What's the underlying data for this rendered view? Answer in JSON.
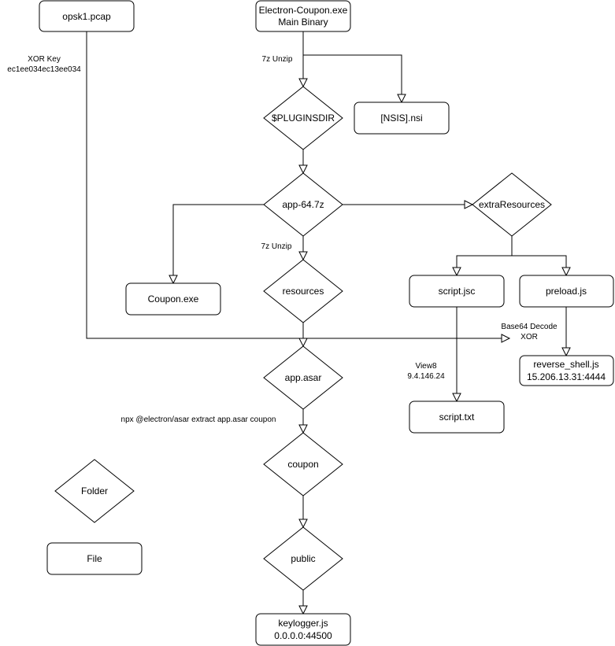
{
  "colors": {
    "stroke": "#000000",
    "fill": "#ffffff",
    "text": "#000000"
  },
  "nodes": {
    "opsk1_pcap": "opsk1.pcap",
    "electron_coupon_line1": "Electron-Coupon.exe",
    "electron_coupon_line2": "Main Binary",
    "nsis_nsi": "[NSIS].nsi",
    "pluginsdir": "$PLUGINSDIR",
    "app_64_7z": "app-64.7z",
    "extra_resources": "extraResources",
    "coupon_exe": "Coupon.exe",
    "resources": "resources",
    "script_jsc": "script.jsc",
    "preload_js": "preload.js",
    "reverse_shell_line1": "reverse_shell.js",
    "reverse_shell_line2": "15.206.13.31:4444",
    "app_asar": "app.asar",
    "script_txt": "script.txt",
    "coupon": "coupon",
    "public": "public",
    "keylogger_line1": "keylogger.js",
    "keylogger_line2": "0.0.0.0:44500"
  },
  "edge_labels": {
    "xor_key_line1": "XOR Key",
    "xor_key_line2": "ec1ee034ec13ee034",
    "unzip_top": "7z Unzip",
    "unzip_mid": "7z Unzip",
    "base64_line1": "Base64 Decode",
    "base64_line2": "XOR",
    "view8_line1": "View8",
    "view8_line2": "9.4.146.24",
    "npx_extract": "npx @electron/asar extract app.asar coupon"
  },
  "legend": {
    "folder": "Folder",
    "file": "File"
  }
}
